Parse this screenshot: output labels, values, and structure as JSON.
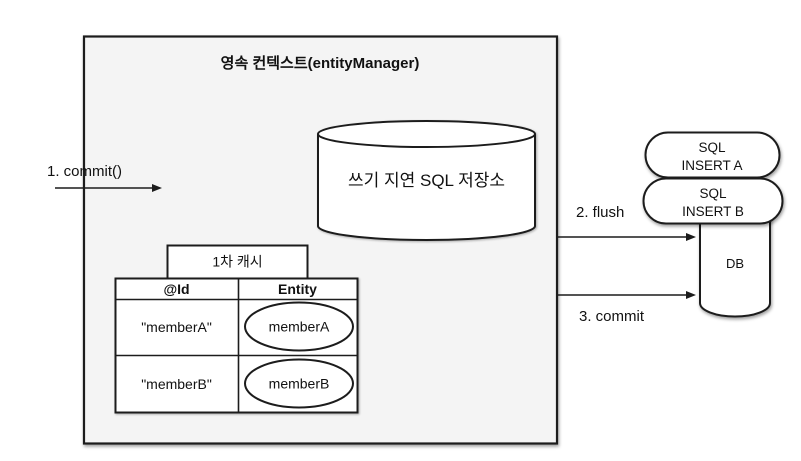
{
  "diagram": {
    "persistence_context": {
      "title": "영속 컨텍스트(entityManager)"
    },
    "sql_store": {
      "label": "쓰기 지연 SQL 저장소"
    },
    "first_level_cache": {
      "title": "1차 캐시",
      "columns": [
        "@Id",
        "Entity"
      ],
      "rows": [
        {
          "id": "\"memberA\"",
          "entity": "memberA"
        },
        {
          "id": "\"memberB\"",
          "entity": "memberB"
        }
      ]
    },
    "labels": {
      "commit_in": "1. commit()",
      "flush": "2. flush",
      "commit_db": "3. commit"
    },
    "sql_statements": [
      {
        "line1": "SQL",
        "line2": "INSERT A"
      },
      {
        "line1": "SQL",
        "line2": "INSERT B"
      }
    ],
    "database": {
      "label": "DB"
    },
    "colors": {
      "context_fill": "#f4f4f4",
      "shape_fill": "#ffffff",
      "stroke": "#1c1c1c",
      "background": "#ffffff"
    }
  }
}
